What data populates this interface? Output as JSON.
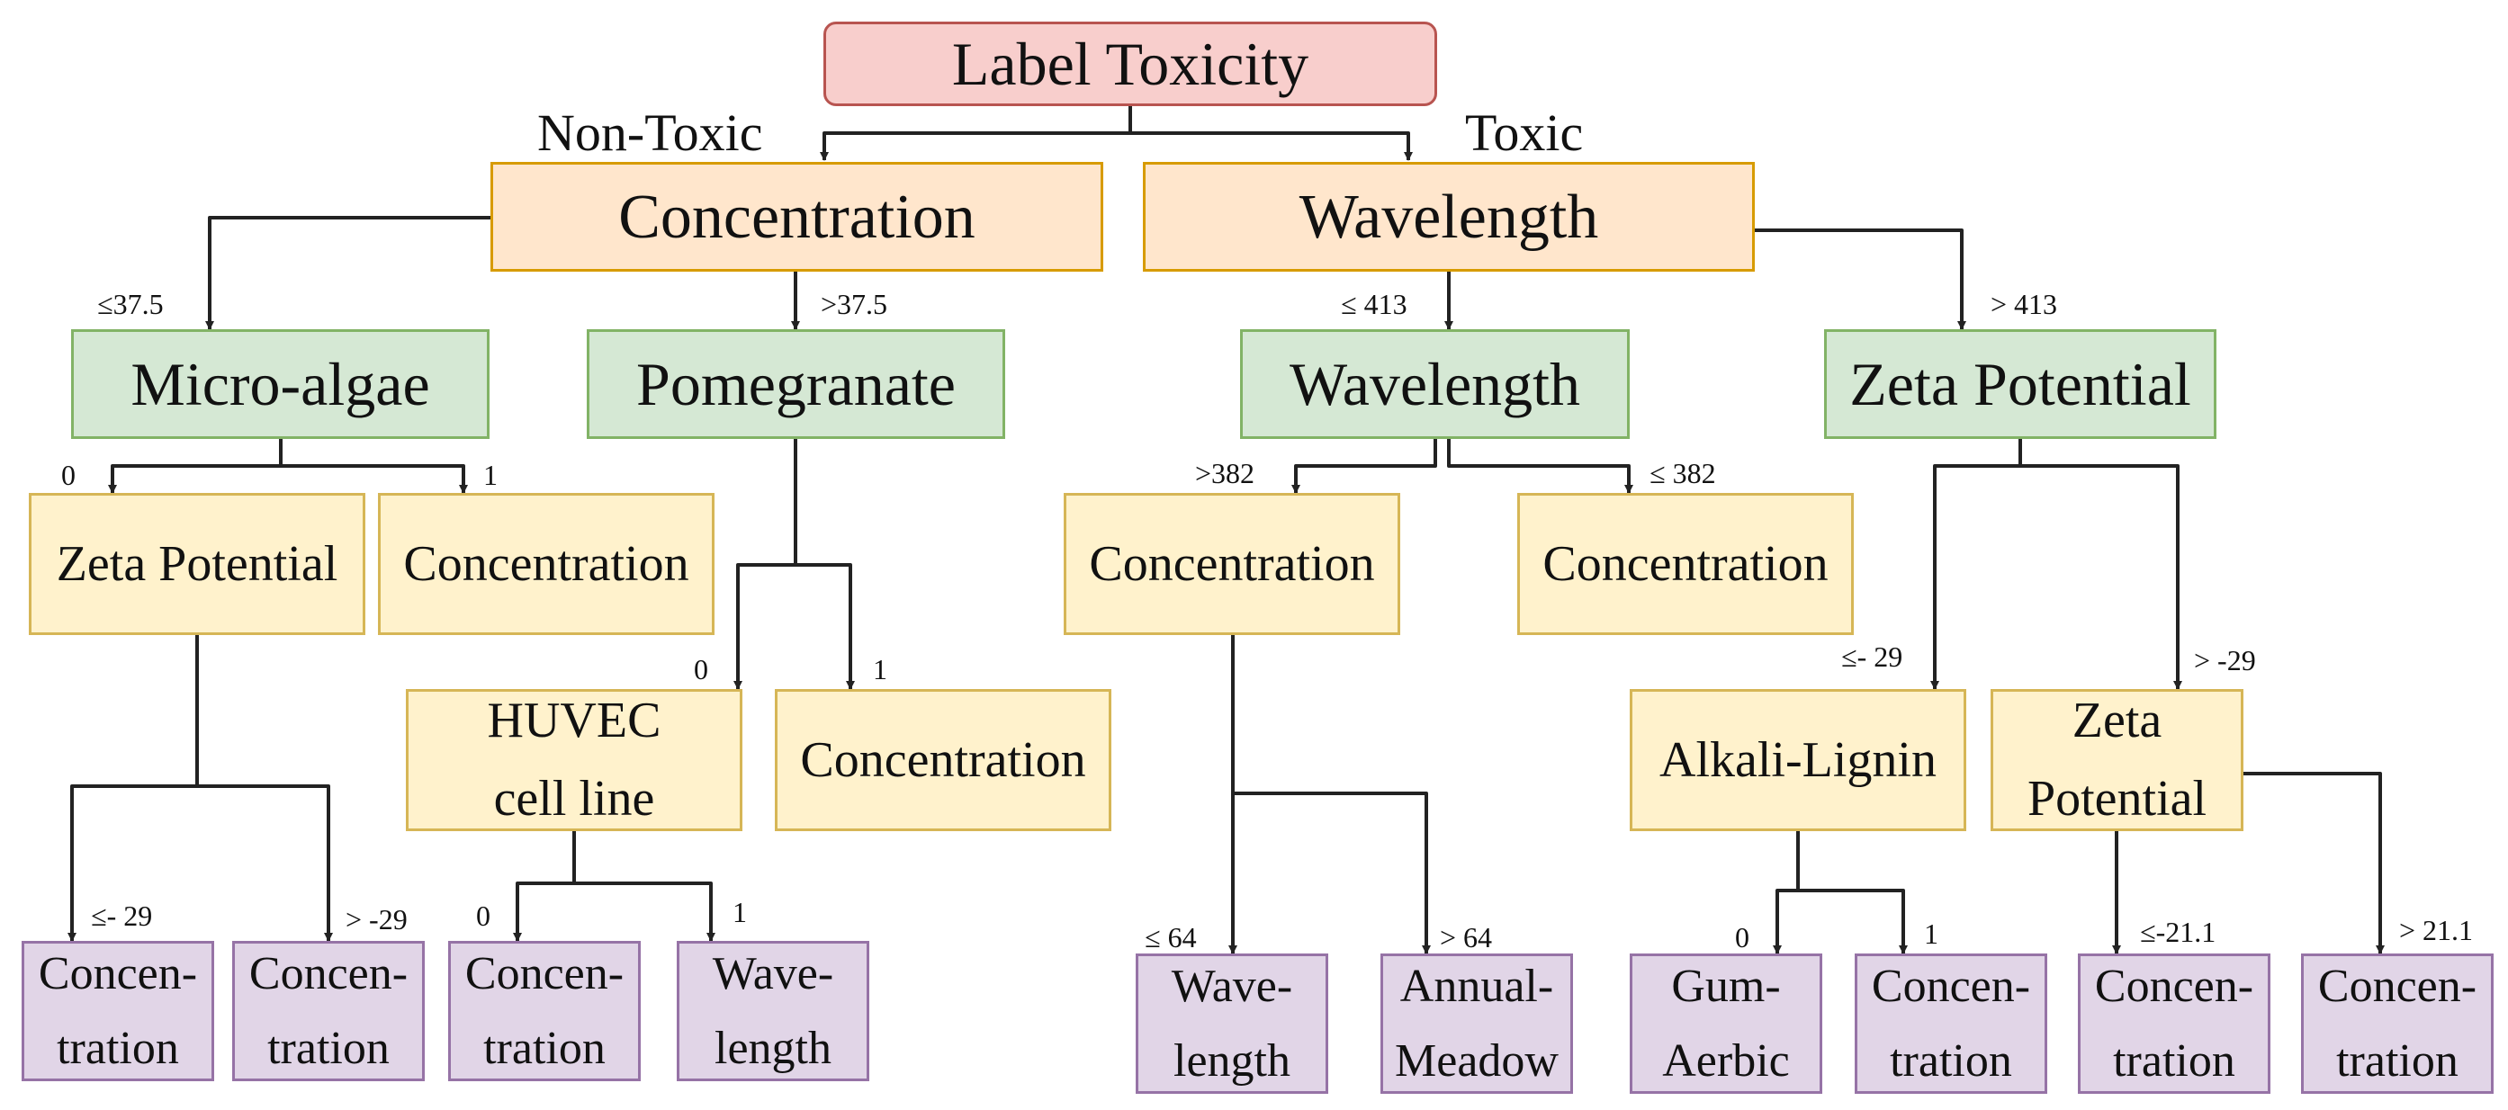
{
  "nodes": {
    "root": "Label Toxicity",
    "concentration_top": "Concentration",
    "wavelength_top": "Wavelength",
    "microalgae": "Micro-algae",
    "pomegranate": "Pomegranate",
    "wavelength_mid": "Wavelength",
    "zeta_mid": "Zeta Potential",
    "zeta_l3": "Zeta Potential",
    "conc_l3_a": "Concentration",
    "conc_l3_b": "Concentration",
    "conc_l3_c": "Concentration",
    "huvec": "HUVEC\ncell line",
    "conc_l4": "Concentration",
    "alkali": "Alkali-Lignin",
    "zeta_l4": "Zeta\nPotential",
    "leaf_1": "Concen-\ntration",
    "leaf_2": "Concen-\ntration",
    "leaf_3": "Concen-\ntration",
    "leaf_4": "Wave-\nlength",
    "leaf_5": "Wave-\nlength",
    "leaf_6": "Annual-\nMeadow",
    "leaf_7": "Gum-\nAerbic",
    "leaf_8": "Concen-\ntration",
    "leaf_9": "Concen-\ntration",
    "leaf_10": "Concen-\ntration"
  },
  "edge_labels": {
    "non_toxic": "Non-Toxic",
    "toxic": "Toxic",
    "le_37_5": "≤37.5",
    "gt_37_5": ">37.5",
    "le_413": "≤ 413",
    "gt_413": "> 413",
    "algae_0": "0",
    "algae_1": "1",
    "gt_382": ">382",
    "le_382": "≤ 382",
    "pome_0": "0",
    "pome_1": "1",
    "le_neg29_a": "≤- 29",
    "gt_neg29_a": "> -29",
    "le_neg29_b": "≤- 29",
    "gt_neg29_b": "> -29",
    "huvec_0": "0",
    "huvec_1": "1",
    "le_64": "≤ 64",
    "gt_64": "> 64",
    "alkali_0": "0",
    "alkali_1": "1",
    "le_neg21_1": "≤-21.1",
    "gt_21_1": "> 21.1"
  },
  "colors": {
    "root_fill": "#f8cecc",
    "level1_fill": "#ffe6cc",
    "level2_fill": "#d5e8d4",
    "level3_fill": "#fff2cc",
    "leaf_fill": "#e1d5e7",
    "edge": "#222222"
  }
}
